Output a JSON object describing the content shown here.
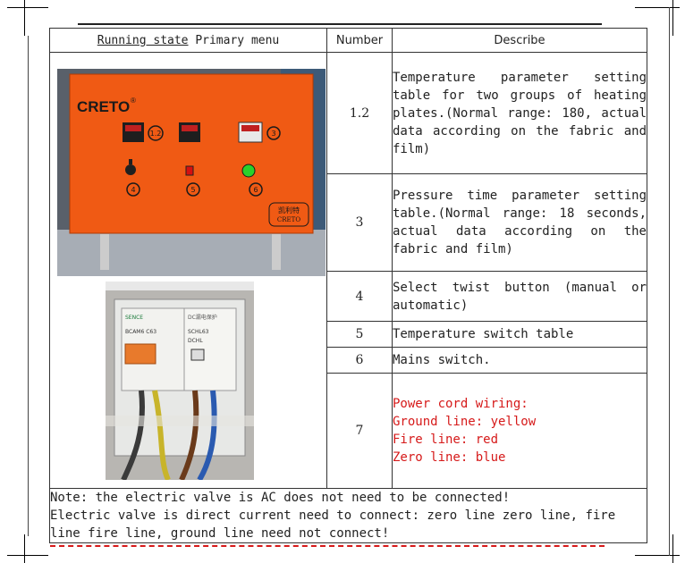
{
  "header": {
    "col1_underlined": "Running state",
    "col1_rest": " Primary menu",
    "col2": "Number",
    "col3": "Describe"
  },
  "panel": {
    "brand": "CRETO",
    "brand_mark": "®",
    "badge_cn": "凯利特",
    "badge_en": "CRETO",
    "markers": [
      "1.2",
      "3",
      "4",
      "5",
      "6"
    ],
    "colors": {
      "panel": "#f05a14",
      "marker": "#1a1a1a"
    }
  },
  "breaker": {
    "brand_label": "SENCE",
    "model_label": "DCHL",
    "left_text": "BCAM6\nC63",
    "right_text": "SCHL63",
    "small_label": "DC漏电保护"
  },
  "rows": [
    {
      "number": "1.2",
      "desc": "Temperature parameter setting table for two groups of heating plates.(Normal range: 180, actual data according on the fabric and film)"
    },
    {
      "number": "3",
      "desc": "Pressure time parameter setting table.(Normal range: 18 seconds, actual data according on the fabric and film)"
    },
    {
      "number": "4",
      "desc": "Select twist button (manual or automatic)"
    },
    {
      "number": "5",
      "desc": "Temperature switch table"
    },
    {
      "number": "6",
      "desc": "Mains switch."
    },
    {
      "number": "7",
      "desc_lines": [
        "Power cord wiring:",
        "Ground line: yellow",
        "Fire line: red",
        "Zero line: blue"
      ],
      "color": "#d61a1a"
    }
  ],
  "note": {
    "line1": "Note: the electric valve is AC does not need to be connected!",
    "line2": "Electric valve is direct current need to connect: zero line zero line, fire line fire line, ground line need not connect!"
  }
}
